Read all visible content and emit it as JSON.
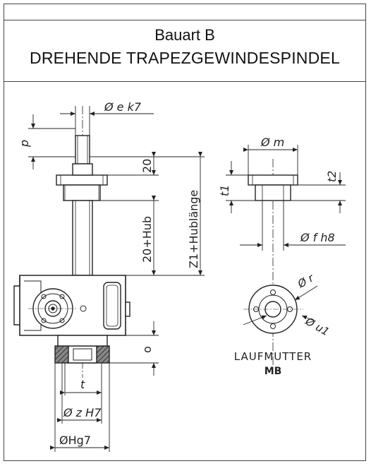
{
  "title": {
    "line1": "Bauart B",
    "line2": "DREHENDE TRAPEZGEWINDESPINDEL"
  },
  "dimensions": {
    "spindle_diameter": "Ø e k7",
    "p_dim": "p",
    "top_20": "20",
    "z1_hub": "Z1+Hublänge",
    "hub_20": "20+Hub",
    "o_dim": "o",
    "t_dim": "t",
    "z_h7": "Ø z H7",
    "h_g7": "ØHg7",
    "m_dia": "Ø m",
    "t1": "t1",
    "t2": "t2",
    "f_h8": "Ø f h8",
    "r_dia": "Ø r",
    "u1_dia": "Ø u1"
  },
  "nut_label": {
    "name": "LAUFMUTTER",
    "code": "MB"
  },
  "colors": {
    "line": "#222222",
    "shading": "#555555",
    "frame": "#444444"
  }
}
